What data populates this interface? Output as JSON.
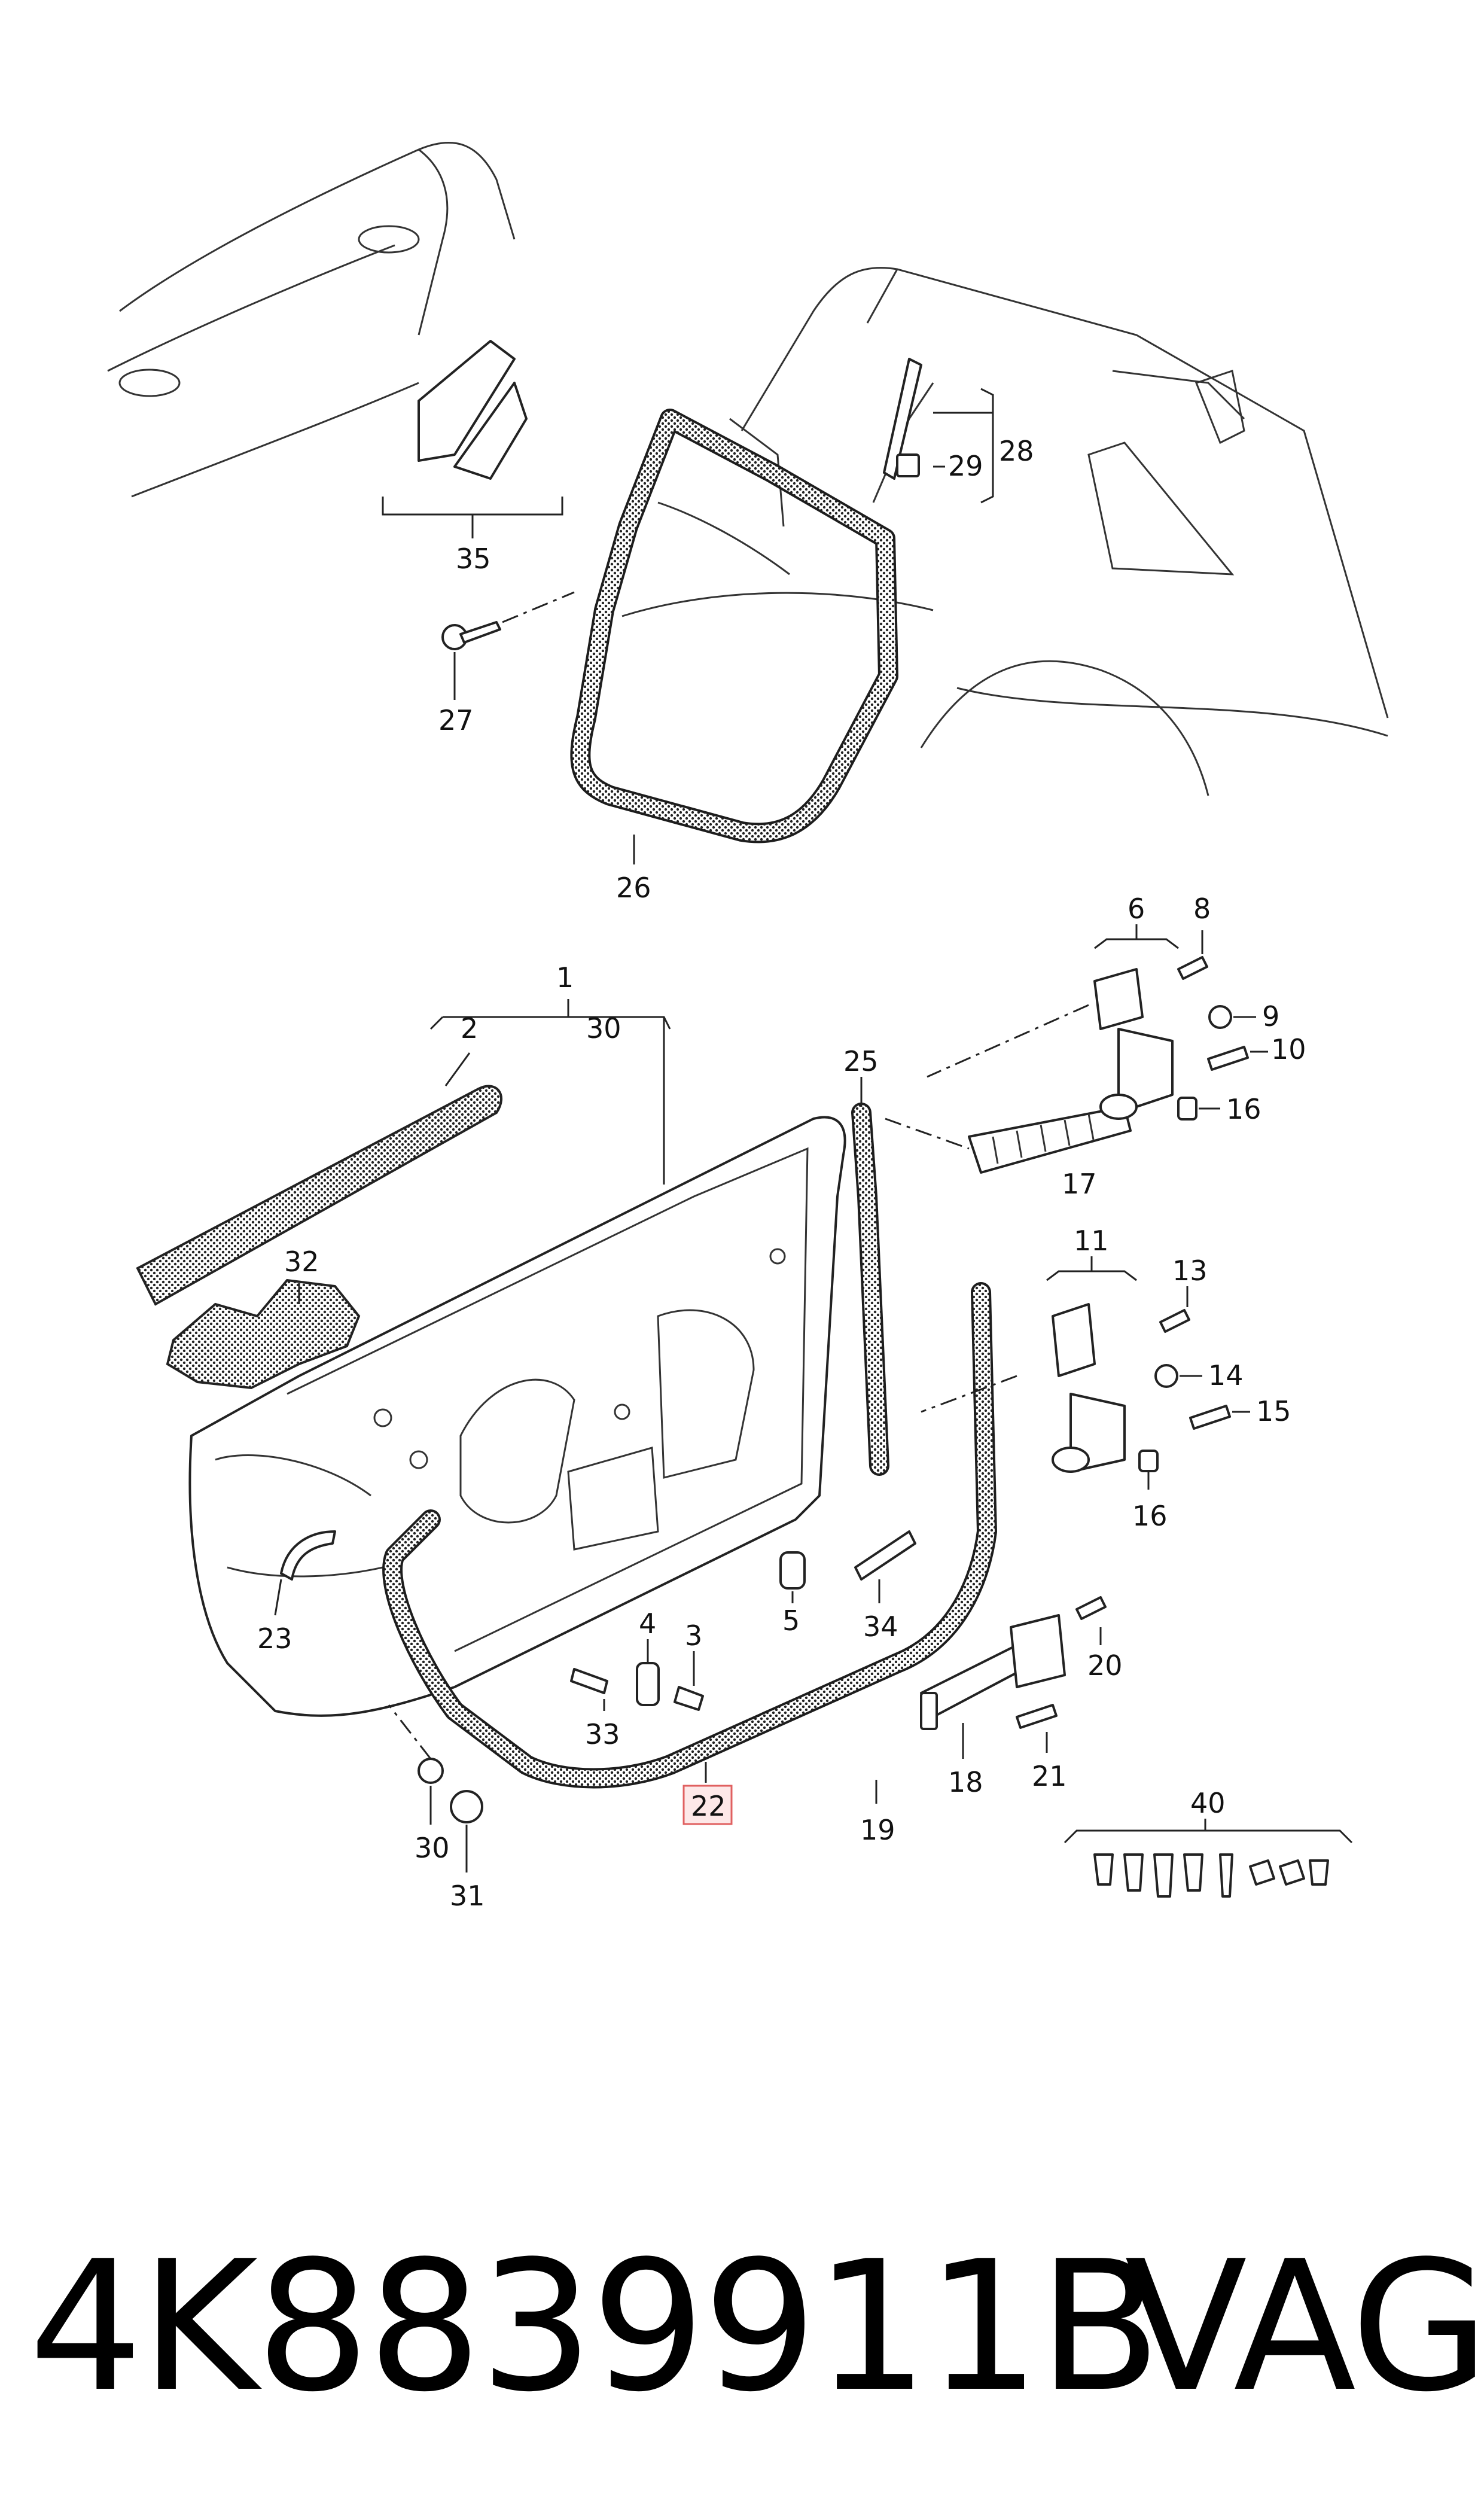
{
  "part_number": "4K8839911B",
  "brand": "VAG",
  "highlight_color": "#e06060",
  "callouts": {
    "c1": "1",
    "c2": "2",
    "c3": "3",
    "c4": "4",
    "c5": "5",
    "c6": "6",
    "c8": "8",
    "c9": "9",
    "c10": "10",
    "c11": "11",
    "c13": "13",
    "c14": "14",
    "c15": "15",
    "c16a": "16",
    "c16b": "16",
    "c17": "17",
    "c18": "18",
    "c19": "19",
    "c20": "20",
    "c21": "21",
    "c22": "22",
    "c23": "23",
    "c25": "25",
    "c26": "26",
    "c27": "27",
    "c28": "28",
    "c29": "29",
    "c30a": "30",
    "c30b": "30",
    "c31": "31",
    "c32": "32",
    "c33": "33",
    "c34": "34",
    "c35": "35",
    "c40": "40"
  }
}
